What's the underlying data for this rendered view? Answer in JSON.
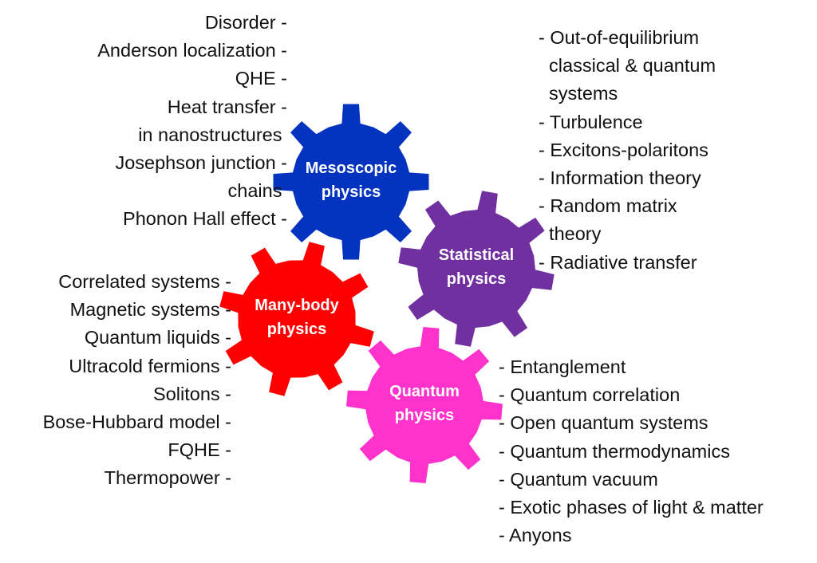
{
  "gears": [
    {
      "id": "mesoscopic",
      "label": [
        "Mesoscopic",
        "physics"
      ],
      "color": "#0433c0"
    },
    {
      "id": "statistical",
      "label": [
        "Statistical",
        "physics"
      ],
      "color": "#7030a0"
    },
    {
      "id": "many-body",
      "label": [
        "Many-body",
        "physics"
      ],
      "color": "#ff0000"
    },
    {
      "id": "quantum",
      "label": [
        "Quantum",
        "physics"
      ],
      "color": "#ff33cc"
    }
  ],
  "mesoscopic_topics": [
    "Disorder -",
    "Anderson localization -",
    "QHE -",
    "Heat transfer -",
    "in nanostructures ",
    "Josephson junction -",
    "chains ",
    "Phonon Hall effect -"
  ],
  "statistical_topics": [
    "- Out-of-equilibrium",
    "  classical & quantum",
    "  systems",
    "- Turbulence",
    "- Excitons-polaritons",
    "- Information theory",
    "- Random matrix",
    "  theory",
    "- Radiative transfer"
  ],
  "many_body_topics": [
    "Correlated systems -",
    "Magnetic systems -",
    "Quantum liquids -",
    "Ultracold fermions -",
    "Solitons -",
    "Bose-Hubbard model -",
    "FQHE -",
    "Thermopower -"
  ],
  "quantum_topics": [
    "- Entanglement",
    "- Quantum correlation",
    "- Open quantum systems",
    "- Quantum thermodynamics",
    "- Quantum vacuum",
    "- Exotic phases of light & matter",
    "- Anyons"
  ]
}
